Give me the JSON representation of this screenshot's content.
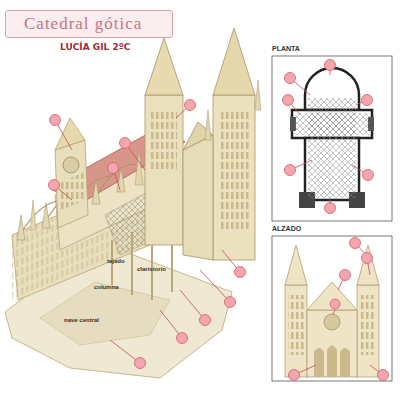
{
  "diagram": {
    "title": "Catedral gótica",
    "nodes": [
      {
        "text": [
          "PLANTA"
        ]
      },
      {
        "text": [
          "ALZADO"
        ]
      }
    ],
    "labels": [
      "LUCÍA GIL 2ºC",
      "tejado",
      "claristorio",
      "columna",
      "nave central"
    ]
  }
}
